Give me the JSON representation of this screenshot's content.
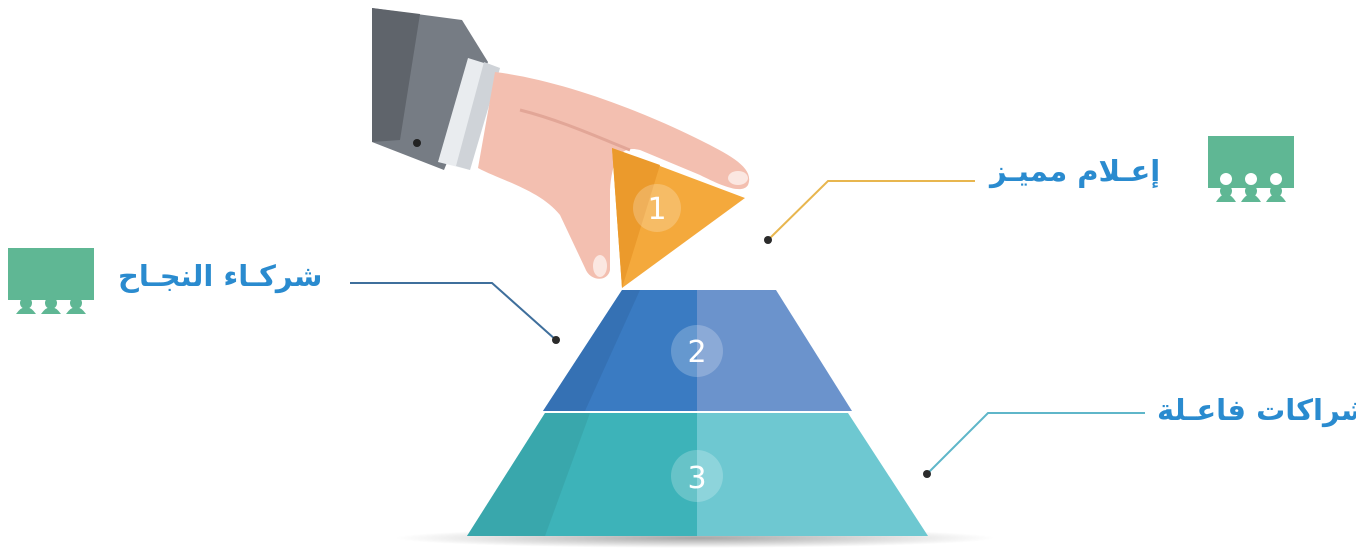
{
  "levels": [
    {
      "number": "1",
      "label": "إعـلام مميـز",
      "color": "#f4a93c"
    },
    {
      "number": "2",
      "label": "شركـاء النجـاح",
      "color": "#3a7bc2"
    },
    {
      "number": "3",
      "label": "شراكات فاعـلة",
      "color": "#3db3b9"
    }
  ],
  "colors": {
    "label_text": "#2a8bcf",
    "icon_green": "#5fb794",
    "line_gold": "#e8b64f",
    "line_blue": "#3f6f9c",
    "line_teal": "#5fb6c9",
    "sleeve": "#6a7078",
    "skin": "#f3bfb0"
  },
  "icons": [
    "audience-icon",
    "audience-icon"
  ]
}
